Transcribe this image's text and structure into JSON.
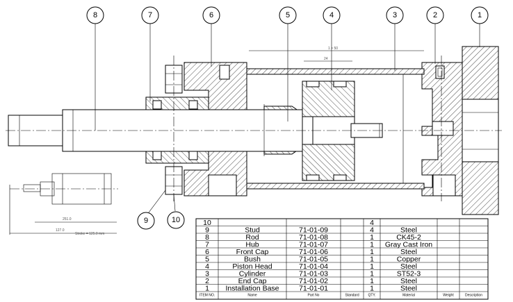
{
  "balloons": [
    {
      "number": "8"
    },
    {
      "number": "7"
    },
    {
      "number": "6"
    },
    {
      "number": "5"
    },
    {
      "number": "4"
    },
    {
      "number": "3"
    },
    {
      "number": "2"
    },
    {
      "number": "1"
    },
    {
      "number": "9"
    },
    {
      "number": "10"
    }
  ],
  "dimensions": {
    "stroke_dim": "1 > 50",
    "piston_dim": "24",
    "small_dim_1": "251.0",
    "small_dim_2": "127.0",
    "stroke_label": "Stroke = 125.0 mm"
  },
  "bom": {
    "rows": [
      {
        "item": "10",
        "name": "",
        "part": "",
        "standard": "",
        "qty": "4",
        "material": "",
        "weight": "",
        "description": ""
      },
      {
        "item": "9",
        "name": "Stud",
        "part": "71-01-09",
        "standard": "",
        "qty": "4",
        "material": "Steel",
        "weight": "",
        "description": ""
      },
      {
        "item": "8",
        "name": "Rod",
        "part": "71-01-08",
        "standard": "",
        "qty": "1",
        "material": "CK45-2",
        "weight": "",
        "description": ""
      },
      {
        "item": "7",
        "name": "Hub",
        "part": "71-01-07",
        "standard": "",
        "qty": "1",
        "material": "Gray Cast Iron",
        "weight": "",
        "description": ""
      },
      {
        "item": "6",
        "name": "Front Cap",
        "part": "71-01-06",
        "standard": "",
        "qty": "1",
        "material": "Steel",
        "weight": "",
        "description": ""
      },
      {
        "item": "5",
        "name": "Bush",
        "part": "71-01-05",
        "standard": "",
        "qty": "1",
        "material": "Copper",
        "weight": "",
        "description": ""
      },
      {
        "item": "4",
        "name": "Piston Head",
        "part": "71-01-04",
        "standard": "",
        "qty": "1",
        "material": "Steel",
        "weight": "",
        "description": ""
      },
      {
        "item": "3",
        "name": "Cylinder",
        "part": "71-01-03",
        "standard": "",
        "qty": "1",
        "material": "ST52-3",
        "weight": "",
        "description": ""
      },
      {
        "item": "2",
        "name": "End Cap",
        "part": "71-01-02",
        "standard": "",
        "qty": "1",
        "material": "Steel",
        "weight": "",
        "description": ""
      },
      {
        "item": "1",
        "name": "Installation Base",
        "part": "71-01-01",
        "standard": "",
        "qty": "1",
        "material": "Steel",
        "weight": "",
        "description": ""
      }
    ],
    "header": {
      "item": "ITEM NO.",
      "name": "Name",
      "part": "Part No",
      "standard": "Standard",
      "qty": "QTY.",
      "material": "Material",
      "weight": "Weight",
      "description": "Description"
    }
  }
}
